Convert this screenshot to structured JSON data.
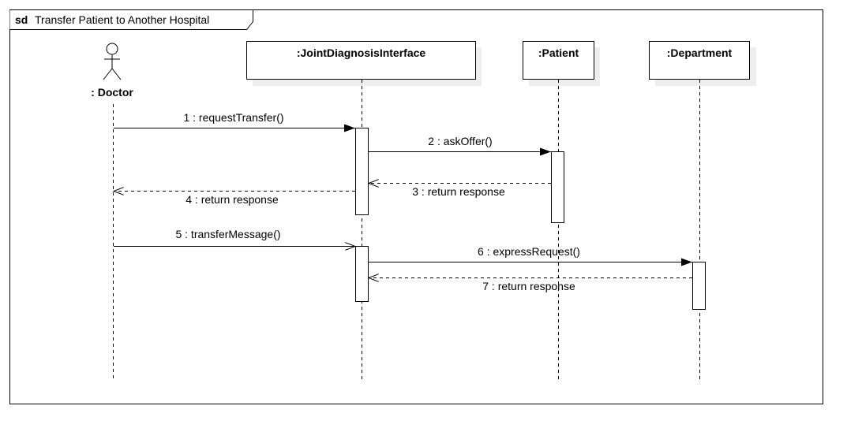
{
  "frame": {
    "keyword": "sd",
    "title": "Transfer Patient to Another Hospital"
  },
  "actor": {
    "label": ": Doctor"
  },
  "lifelines": {
    "joint": ":JointDiagnosisInterface",
    "patient": ":Patient",
    "department": ":Department"
  },
  "messages": [
    {
      "id": "m1",
      "label": "1 : requestTransfer()",
      "kind": "sync"
    },
    {
      "id": "m2",
      "label": "2 : askOffer()",
      "kind": "sync"
    },
    {
      "id": "m3",
      "label": "3 : return response",
      "kind": "return"
    },
    {
      "id": "m4",
      "label": "4 : return response",
      "kind": "return"
    },
    {
      "id": "m5",
      "label": "5 : transferMessage()",
      "kind": "async"
    },
    {
      "id": "m6",
      "label": "6 : expressRequest()",
      "kind": "sync"
    },
    {
      "id": "m7",
      "label": "7 : return response",
      "kind": "return"
    }
  ],
  "colors": {
    "line": "#000000",
    "shadow": "#eeeeee",
    "background": "#ffffff"
  }
}
